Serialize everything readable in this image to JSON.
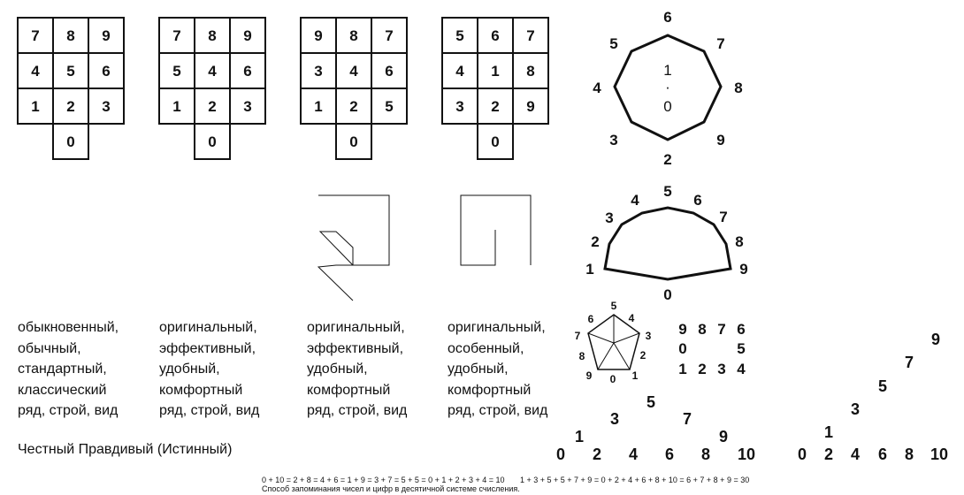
{
  "keypads": [
    {
      "rows": [
        [
          "7",
          "8",
          "9"
        ],
        [
          "4",
          "5",
          "6"
        ],
        [
          "1",
          "2",
          "3"
        ]
      ],
      "bottom": "0"
    },
    {
      "rows": [
        [
          "7",
          "8",
          "9"
        ],
        [
          "5",
          "4",
          "6"
        ],
        [
          "1",
          "2",
          "3"
        ]
      ],
      "bottom": "0"
    },
    {
      "rows": [
        [
          "9",
          "8",
          "7"
        ],
        [
          "3",
          "4",
          "6"
        ],
        [
          "1",
          "2",
          "5"
        ]
      ],
      "bottom": "0"
    },
    {
      "rows": [
        [
          "5",
          "6",
          "7"
        ],
        [
          "4",
          "1",
          "8"
        ],
        [
          "3",
          "2",
          "9"
        ]
      ],
      "bottom": "0"
    }
  ],
  "octagon": {
    "labels": [
      "6",
      "7",
      "8",
      "9",
      "2",
      "3",
      "4",
      "5"
    ],
    "center_top": "1",
    "center_dot": "·",
    "center_bottom": "0"
  },
  "arch": {
    "labels": [
      "1",
      "2",
      "3",
      "4",
      "5",
      "6",
      "7",
      "8",
      "9"
    ],
    "bottom": "0"
  },
  "pentagon": {
    "labels": [
      "5",
      "4",
      "3",
      "2",
      "1",
      "0",
      "9",
      "8",
      "7",
      "6"
    ]
  },
  "grid_digits": {
    "row1": [
      "9",
      "8",
      "7",
      "6"
    ],
    "row2": [
      "0",
      "5"
    ],
    "row3": [
      "1",
      "2",
      "3",
      "4"
    ]
  },
  "zigzag_a": {
    "bottom": [
      "0",
      "2",
      "4",
      "6",
      "8",
      "10"
    ],
    "odd": [
      "1",
      "3",
      "5",
      "7",
      "9"
    ]
  },
  "zigzag_b": {
    "bottom": [
      "0",
      "2",
      "4",
      "6",
      "8",
      "10"
    ],
    "odd": [
      "1",
      "3",
      "5",
      "7",
      "9"
    ]
  },
  "captions": [
    [
      "обыкновенный,",
      "обычный,",
      "стандартный,",
      "классический",
      "ряд, строй, вид"
    ],
    [
      "оригинальный,",
      "эффективный,",
      "удобный,",
      "комфортный",
      "ряд, строй, вид"
    ],
    [
      "оригинальный,",
      "эффективный,",
      "удобный,",
      "комфортный",
      "ряд, строй, вид"
    ],
    [
      "оригинальный,",
      "особенный,",
      "удобный,",
      "комфортный",
      "ряд, строй, вид"
    ]
  ],
  "footer_label": "Честный Правдивый (Истинный)",
  "formula_1": "0 + 10 = 2 + 8 = 4 + 6 = 1 + 9 = 3 + 7 = 5 + 5 = 0 + 1 + 2 + 3 + 4 = 10",
  "formula_2": "1 + 3 + 5 + 5 + 7 + 9 = 0 + 2 + 4 + 6 + 8 + 10 = 6 + 7 + 8 + 9 = 30",
  "formula_caption": "Способ запоминания чисел и цифр в десятичной системе счисления."
}
